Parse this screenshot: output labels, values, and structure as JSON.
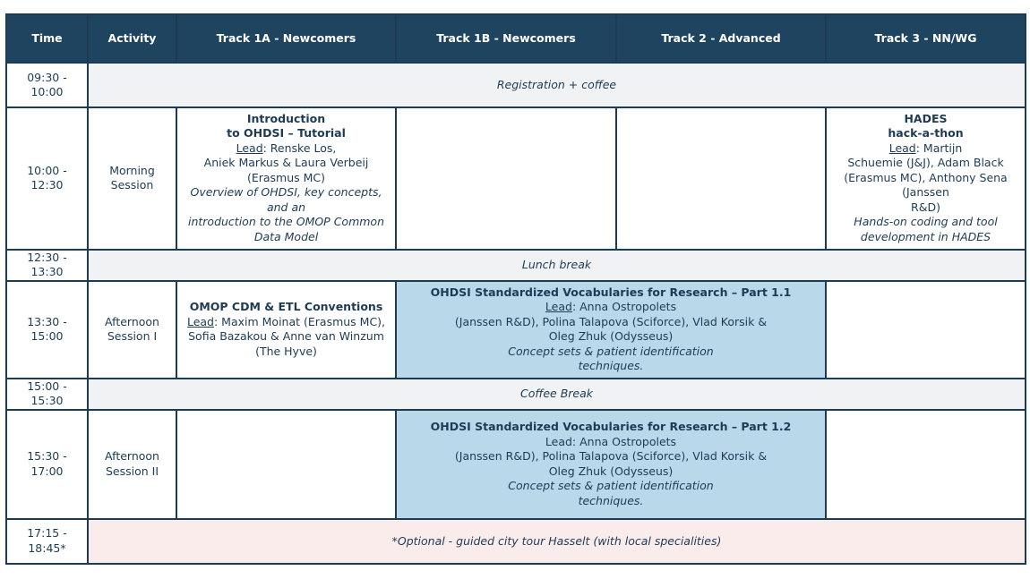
{
  "header": {
    "time": "Time",
    "activity": "Activity",
    "track1a": "Track 1A - Newcomers",
    "track1b": "Track 1B - Newcomers",
    "track2": "Track 2 - Advanced",
    "track3": "Track 3 - NN/WG"
  },
  "rows": {
    "registration": {
      "time": "09:30 - 10:00",
      "text": "Registration + coffee"
    },
    "morning": {
      "time": "10:00 - 12:30",
      "activity": "Morning Session",
      "intro": {
        "title1": "Introduction",
        "title2": "to OHDSI – Tutorial",
        "lead_label": "Lead",
        "lead_line1": ": Renske Los,",
        "lead_line2": "Aniek Markus & Laura Verbeij (Erasmus MC)",
        "desc1": "Overview of OHDSI, key concepts, and an",
        "desc2": "introduction to the OMOP Common Data Model"
      },
      "hades": {
        "title1": "HADES",
        "title2": "hack-a-thon",
        "lead_label": "Lead",
        "lead_line1": ": Martijn",
        "lead_line2": "Schuemie (J&J), Adam Black (Erasmus MC), Anthony Sena (Janssen",
        "lead_line3": "R&D)",
        "desc": "Hands-on coding and tool development in HADES"
      }
    },
    "lunch": {
      "time": "12:30 - 13:30",
      "text": "Lunch break"
    },
    "afternoon1": {
      "time": "13:30 - 15:00",
      "activity": "Afternoon Session I",
      "omop": {
        "title": "OMOP CDM & ETL Conventions",
        "lead_label": "Lead",
        "lead_text": ": Maxim Moinat (Erasmus MC), Sofia Bazakou & Anne van Winzum (The Hyve)"
      },
      "vocab": {
        "title": "OHDSI Standardized Vocabularies for Research – Part 1.1",
        "lead_label": "Lead",
        "lead_text": ": Anna Ostropolets",
        "line2": "(Janssen R&D), Polina Talapova (Sciforce), Vlad Korsik &",
        "line3": "Oleg Zhuk (Odysseus)",
        "desc1": "Concept sets & patient identification",
        "desc2": "techniques."
      }
    },
    "coffee": {
      "time": "15:00 - 15:30",
      "text": "Coffee Break"
    },
    "afternoon2": {
      "time": "15:30 - 17:00",
      "activity": "Afternoon Session II",
      "vocab": {
        "title": "OHDSI Standardized Vocabularies for Research – Part 1.2",
        "lead_text": "Lead: Anna Ostropolets",
        "line2": "(Janssen R&D), Polina Talapova (Sciforce), Vlad Korsik &",
        "line3": "Oleg Zhuk (Odysseus)",
        "desc1": "Concept sets & patient identification",
        "desc2": "techniques."
      }
    },
    "optional": {
      "time": "17:15 - 18:45*",
      "text": "*Optional - guided city tour Hasselt (with local specialities)"
    }
  }
}
